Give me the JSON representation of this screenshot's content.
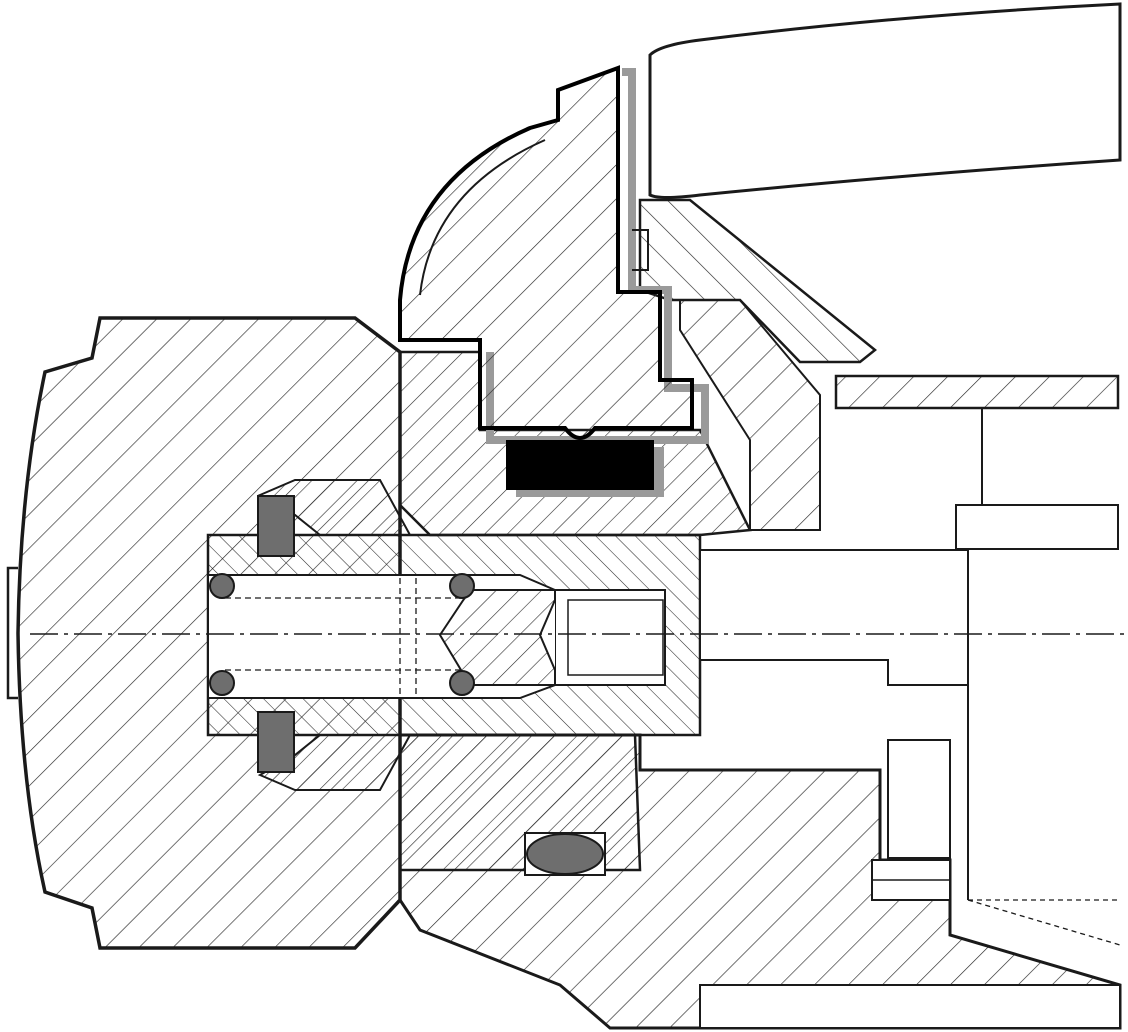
{
  "figure": {
    "kind": "mechanical cross-section drawing",
    "colors": {
      "outline": "#1a1a1a",
      "hatch": "#2a2a2a",
      "seal_dark": "#000000",
      "seal_grey": "#6e6e6e",
      "ball_grey": "#6e6e6e",
      "shadow_grey": "#9a9a9a",
      "background": "#ffffff"
    },
    "parts": [
      "outer-cap",
      "lever-arm",
      "hub-body",
      "upper-collar",
      "mounting-plate",
      "central-shaft",
      "insert-pin",
      "lower-housing",
      "black-seal",
      "grey-seals",
      "o-ring",
      "balls"
    ]
  }
}
